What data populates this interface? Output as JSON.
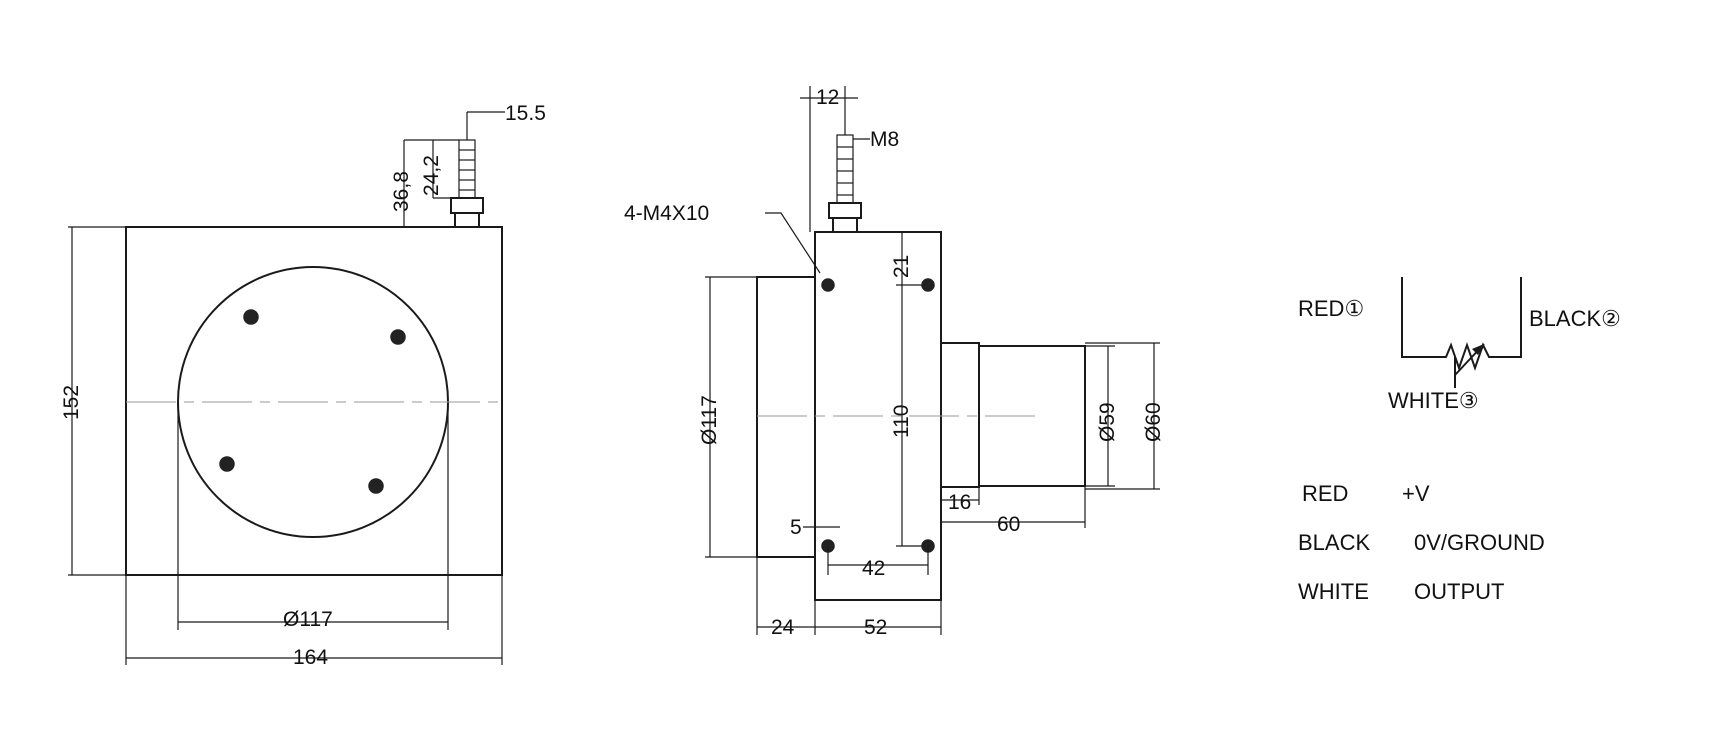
{
  "front_view": {
    "dim_height": "152",
    "dim_width": "164",
    "dim_drum_diameter": "Ø117",
    "dim_connector_offset": "15.5",
    "dim_connector_total": "36,8",
    "dim_connector_thread": "24,2"
  },
  "side_view": {
    "dim_connector_width": "12",
    "label_thread": "M8",
    "label_mounting_holes": "4-M4X10",
    "dim_hole_top": "21",
    "dim_hole_spacing_vertical": "110",
    "dim_drum_diameter": "Ø117",
    "dim_hole_bottom": "5",
    "dim_hole_spacing_horizontal": "42",
    "dim_drum_depth": "24",
    "dim_body_depth": "52",
    "dim_inner_diameter": "Ø59",
    "dim_outer_diameter": "Ø60",
    "dim_flange": "16",
    "dim_extension": "60"
  },
  "schematic": {
    "label_red": "RED①",
    "label_black": "BLACK②",
    "label_white": "WHITE③"
  },
  "wiring_table": [
    {
      "wire": "RED",
      "function": "+V"
    },
    {
      "wire": "BLACK",
      "function": "0V/GROUND"
    },
    {
      "wire": "WHITE",
      "function": "OUTPUT"
    }
  ]
}
